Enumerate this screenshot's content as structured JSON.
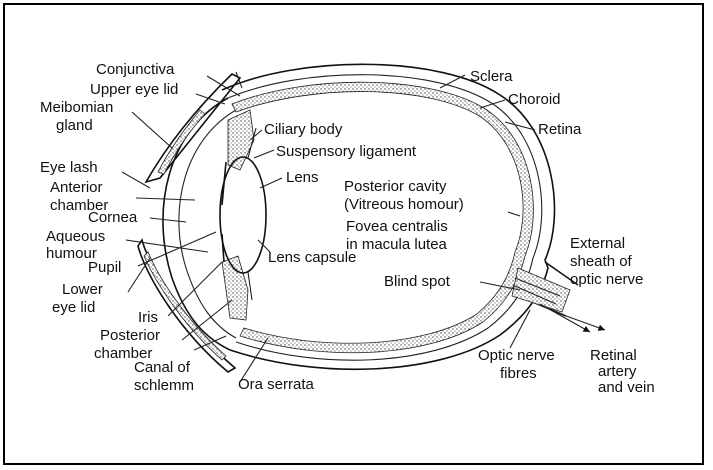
{
  "diagram": {
    "labels": {
      "conjunctiva": "Conjunctiva",
      "upper_eye_lid": "Upper eye lid",
      "meibomian_gland_1": "Meibomian",
      "meibomian_gland_2": "gland",
      "eye_lash": "Eye lash",
      "anterior_chamber_1": "Anterior",
      "anterior_chamber_2": "chamber",
      "cornea": "Cornea",
      "aqueous_humour_1": "Aqueous",
      "aqueous_humour_2": "humour",
      "pupil": "Pupil",
      "lower_eye_lid_1": "Lower",
      "lower_eye_lid_2": "eye lid",
      "iris": "Iris",
      "posterior_chamber_1": "Posterior",
      "posterior_chamber_2": "chamber",
      "canal_of_schlemm_1": "Canal of",
      "canal_of_schlemm_2": "schlemm",
      "ora_serrata": "Ora serrata",
      "ciliary_body": "Ciliary body",
      "suspensory_ligament": "Suspensory ligament",
      "lens": "Lens",
      "lens_capsule": "Lens capsule",
      "sclera": "Sclera",
      "choroid": "Choroid",
      "retina": "Retina",
      "posterior_cavity_1": "Posterior cavity",
      "posterior_cavity_2": "(Vitreous homour)",
      "fovea_centralis_1": "Fovea centralis",
      "fovea_centralis_2": "in macula lutea",
      "external_sheath_1": "External",
      "external_sheath_2": "sheath of",
      "external_sheath_3": "optic nerve",
      "blind_spot": "Blind spot",
      "optic_nerve_fibres_1": "Optic nerve",
      "optic_nerve_fibres_2": "fibres",
      "retinal_artery_1": "Retinal",
      "retinal_artery_2": "artery",
      "retinal_artery_3": "and vein"
    }
  }
}
